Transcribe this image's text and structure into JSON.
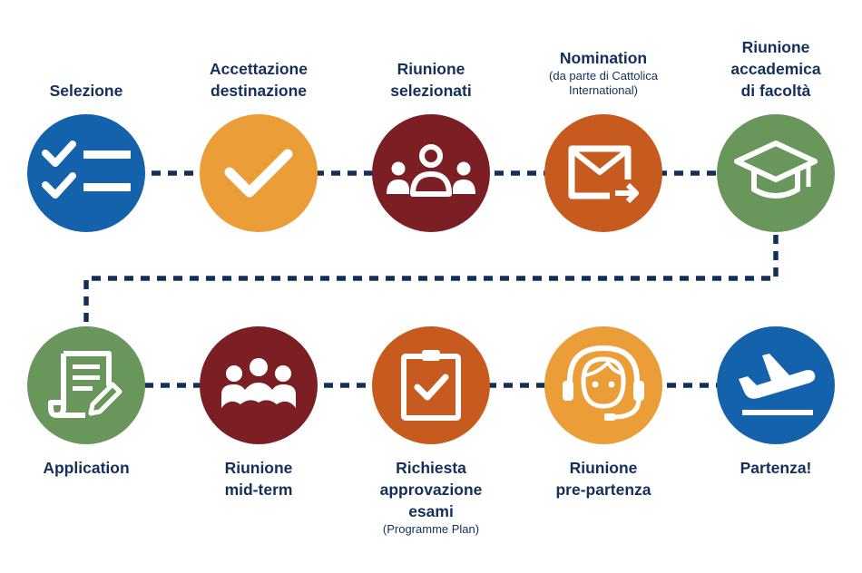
{
  "colors": {
    "navy": "#14305a",
    "blue": "#1461ac",
    "yellow": "#eb9d38",
    "maroon": "#7c1f24",
    "orange": "#c75a1e",
    "green": "#68965b"
  },
  "steps": [
    {
      "title": "Selezione",
      "subtitle": "",
      "icon": "checklist-icon",
      "color": "#1461ac"
    },
    {
      "title": "Accettazione\ndestinazione",
      "subtitle": "",
      "icon": "checkmark-icon",
      "color": "#eb9d38"
    },
    {
      "title": "Riunione\nselezionati",
      "subtitle": "",
      "icon": "group-meeting-icon",
      "color": "#7c1f24"
    },
    {
      "title": "Nomination",
      "subtitle": "(da parte di Cattolica\nInternational)",
      "icon": "email-send-icon",
      "color": "#c75a1e"
    },
    {
      "title": "Riunione\naccademica\ndi facoltà",
      "subtitle": "",
      "icon": "graduation-cap-icon",
      "color": "#68965b"
    },
    {
      "title": "Application",
      "subtitle": "",
      "icon": "document-pen-icon",
      "color": "#68965b"
    },
    {
      "title": "Riunione\nmid-term",
      "subtitle": "",
      "icon": "team-icon",
      "color": "#7c1f24"
    },
    {
      "title": "Richiesta\napprovazione\nesami",
      "subtitle": "(Programme Plan)",
      "icon": "clipboard-check-icon",
      "color": "#c75a1e"
    },
    {
      "title": "Riunione\npre-partenza",
      "subtitle": "",
      "icon": "headset-agent-icon",
      "color": "#eb9d38"
    },
    {
      "title": "Partenza!",
      "subtitle": "",
      "icon": "airplane-departure-icon",
      "color": "#1461ac"
    }
  ]
}
